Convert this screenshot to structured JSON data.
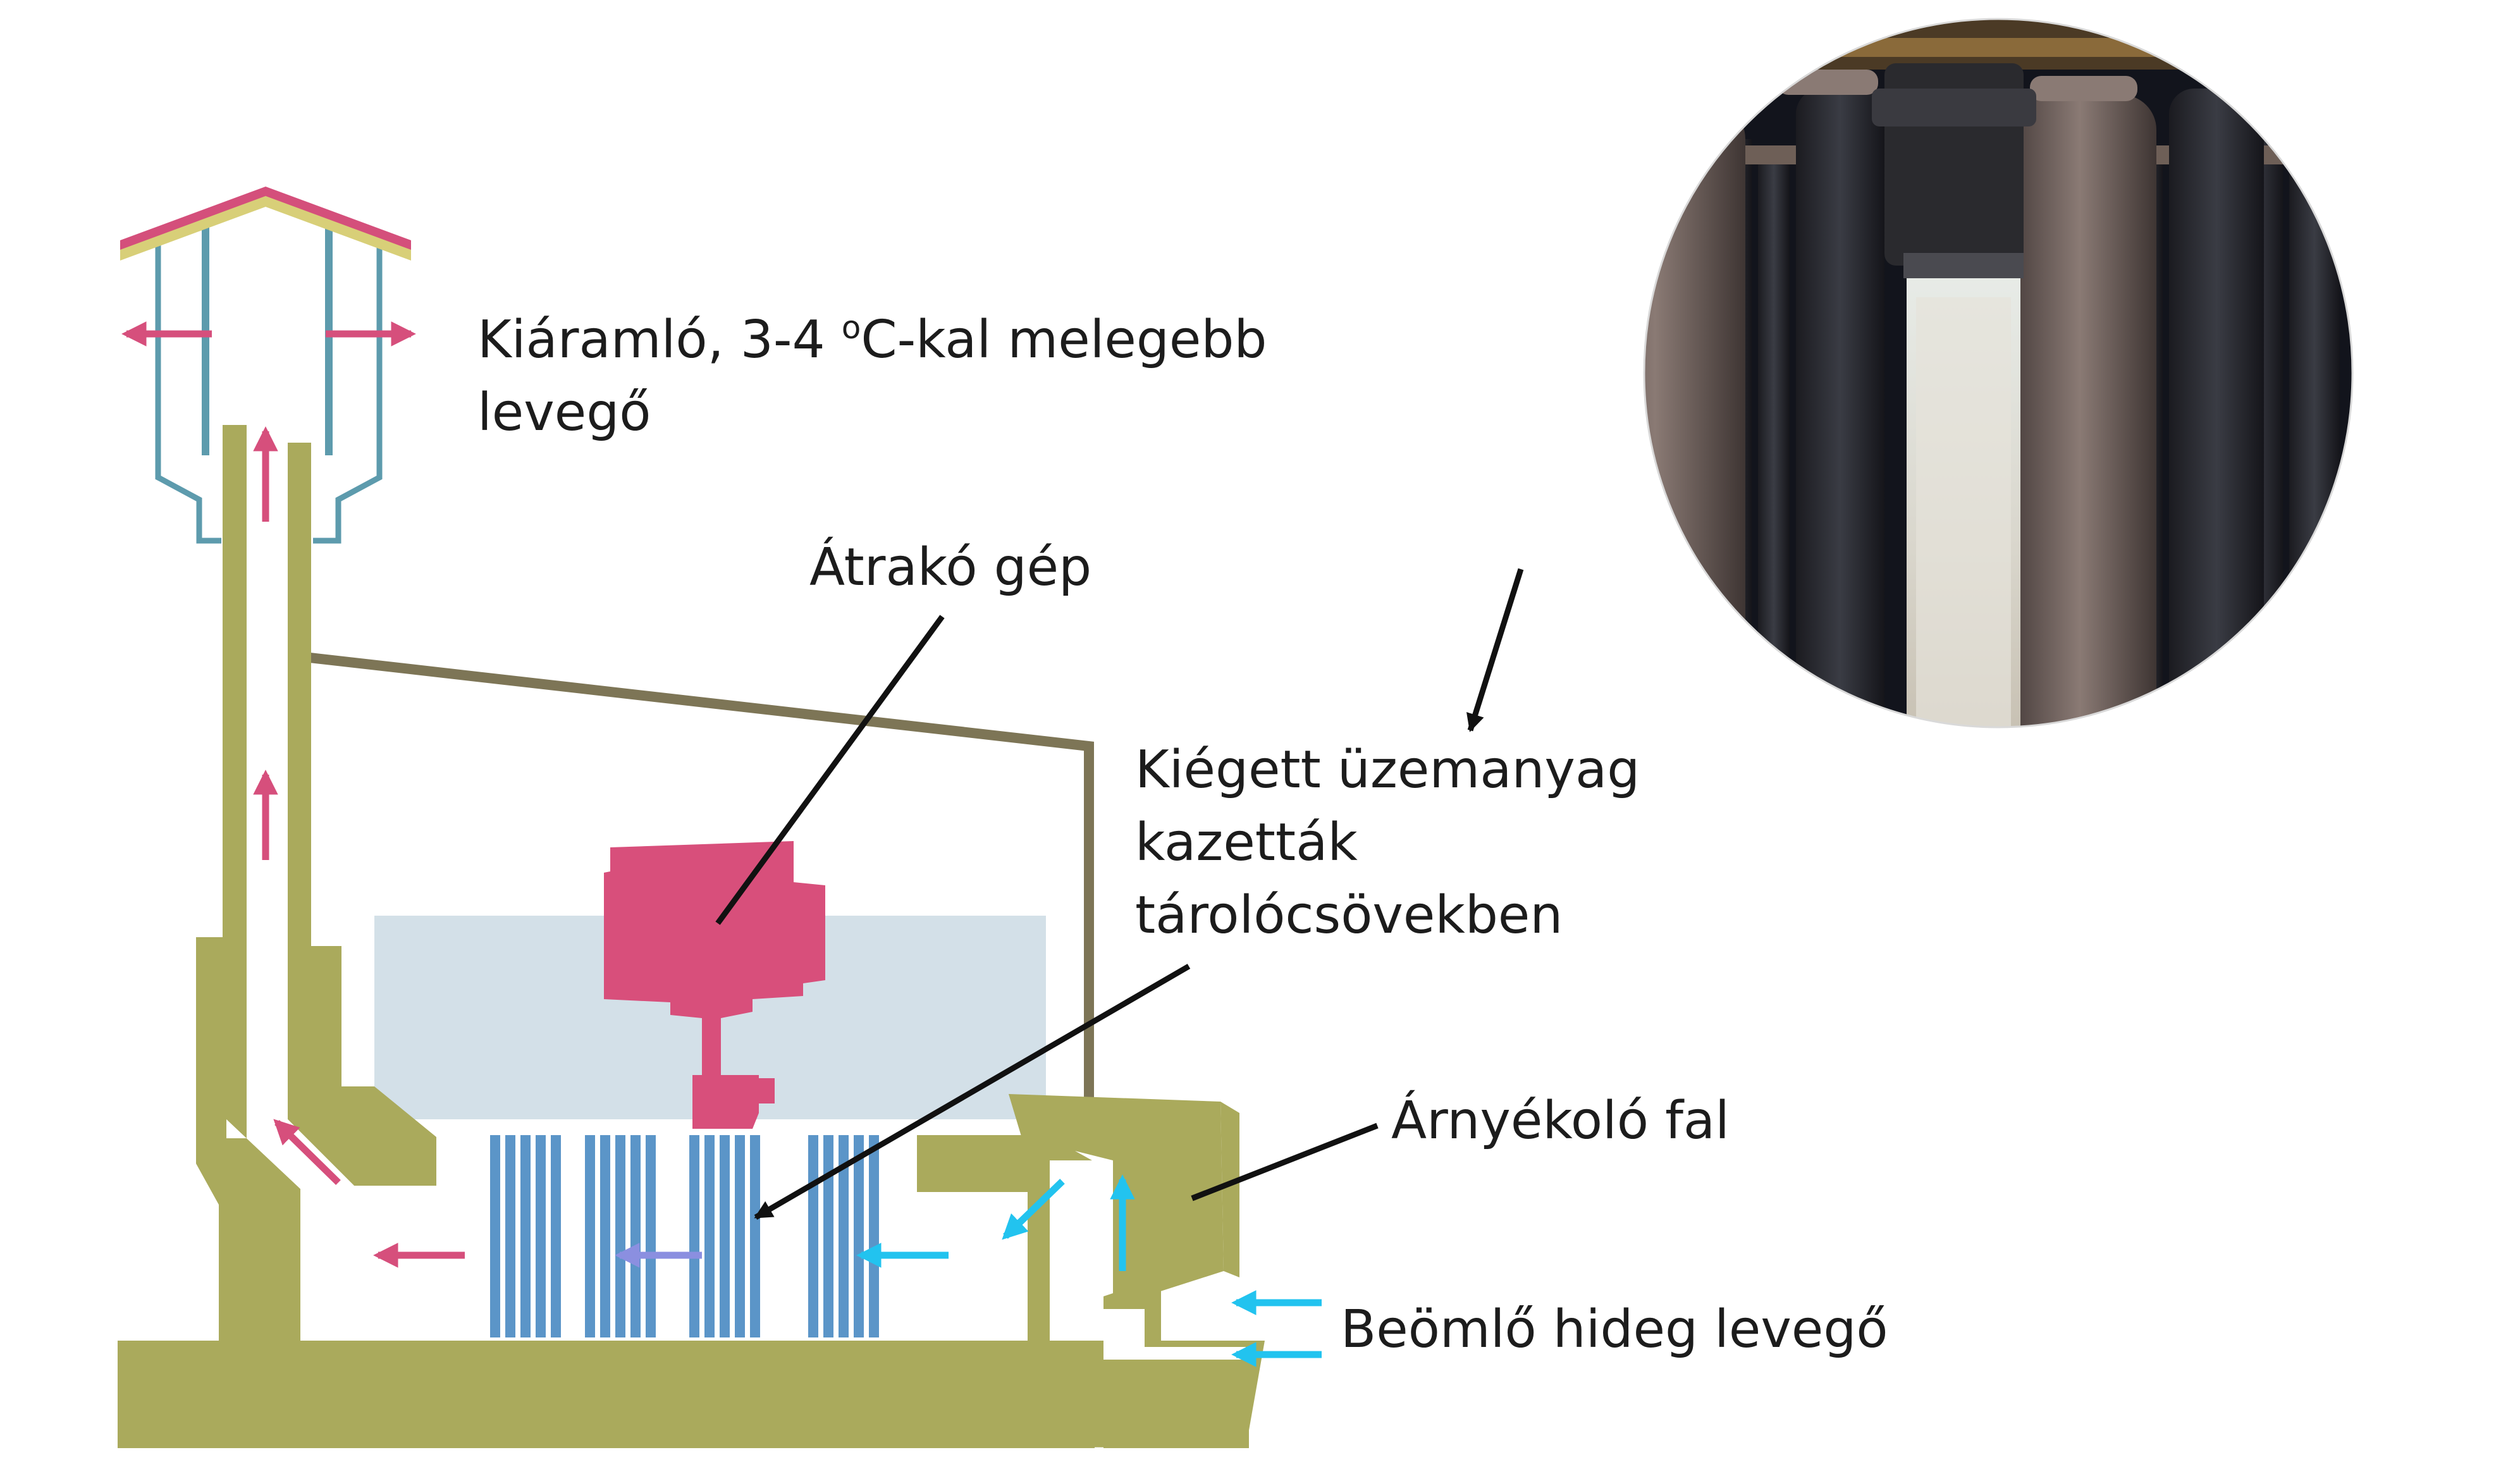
{
  "labels": {
    "outflow_line1_pre": "Kiáramló, 3-4 ",
    "outflow_degree": "o",
    "outflow_line1_post": "C-kal melegebb",
    "outflow_line2": "levegő",
    "machine": "Átrakó gép",
    "spent_fuel_line1": "Kiégett üzemanyag",
    "spent_fuel_line2": "kazetták",
    "spent_fuel_line3": "tárolócsövekben",
    "shield_wall": "Árnyékoló fal",
    "inflow": "Beömlő hideg levegő"
  },
  "colors": {
    "concrete": "#aaaa5c",
    "warm_arrow": "#d64f7c",
    "cold_arrow": "#22c3ef",
    "mid_arrow": "#8b8fe0",
    "fuel_rods": "#5b95c8",
    "pool": "#d3e0e8",
    "machine": "#d84f7b",
    "chimney_outline": "#5d9bad",
    "roof": "#d44f7b",
    "roof_under": "#d8cf78",
    "hall_wall": "#7d7556",
    "label_text": "#1c1c1c"
  },
  "icons": {
    "storage_photo": "spent-fuel-storage-tubes-photo"
  }
}
